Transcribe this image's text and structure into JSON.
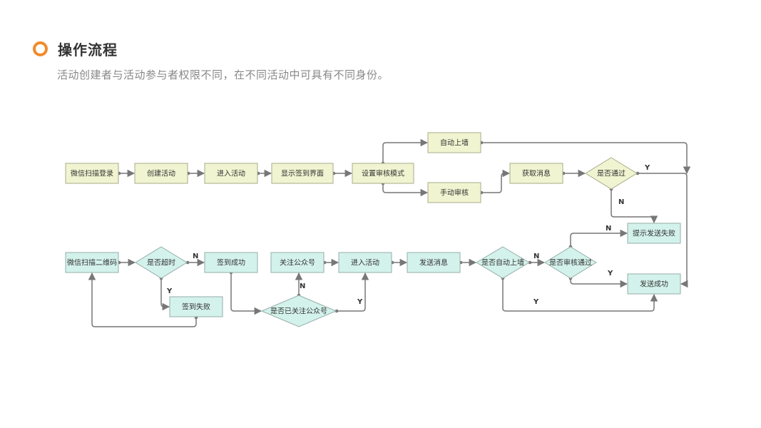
{
  "header": {
    "title": "操作流程",
    "subtitle": "活动创建者与活动参与者权限不同，在不同活动中可具有不同身份。",
    "accent_color": "#f08a2c"
  },
  "colors": {
    "creator_fill": "#f1f4d0",
    "creator_stroke": "#a8ab8a",
    "participant_fill": "#d4f2ec",
    "participant_stroke": "#94aea8",
    "line": "#777777"
  },
  "flowchart": {
    "nodes": [
      {
        "id": "n1",
        "label": "微信扫描登录",
        "shape": "rect",
        "group": "creator"
      },
      {
        "id": "n2",
        "label": "创建活动",
        "shape": "rect",
        "group": "creator"
      },
      {
        "id": "n3",
        "label": "进入活动",
        "shape": "rect",
        "group": "creator"
      },
      {
        "id": "n4",
        "label": "显示签到界面",
        "shape": "rect",
        "group": "creator"
      },
      {
        "id": "n5",
        "label": "设置审核模式",
        "shape": "rect",
        "group": "creator"
      },
      {
        "id": "n6",
        "label": "自动上墙",
        "shape": "rect",
        "group": "creator"
      },
      {
        "id": "n7",
        "label": "手动审核",
        "shape": "rect",
        "group": "creator"
      },
      {
        "id": "n8",
        "label": "获取消息",
        "shape": "rect",
        "group": "creator"
      },
      {
        "id": "n9",
        "label": "是否通过",
        "shape": "diamond",
        "group": "creator"
      },
      {
        "id": "p1",
        "label": "微信扫描二维码",
        "shape": "rect",
        "group": "participant"
      },
      {
        "id": "p2",
        "label": "是否超时",
        "shape": "diamond",
        "group": "participant"
      },
      {
        "id": "p3",
        "label": "签到成功",
        "shape": "rect",
        "group": "participant"
      },
      {
        "id": "p4",
        "label": "签到失败",
        "shape": "rect",
        "group": "participant"
      },
      {
        "id": "p5",
        "label": "是否已关注公众号",
        "shape": "diamond",
        "group": "participant"
      },
      {
        "id": "p6",
        "label": "关注公众号",
        "shape": "rect",
        "group": "participant"
      },
      {
        "id": "p7",
        "label": "进入活动",
        "shape": "rect",
        "group": "participant"
      },
      {
        "id": "p8",
        "label": "发送消息",
        "shape": "rect",
        "group": "participant"
      },
      {
        "id": "p9",
        "label": "是否自动上墙",
        "shape": "diamond",
        "group": "participant"
      },
      {
        "id": "p10",
        "label": "是否审核通过",
        "shape": "diamond",
        "group": "participant"
      },
      {
        "id": "p11",
        "label": "提示发送失败",
        "shape": "rect",
        "group": "participant"
      },
      {
        "id": "p12",
        "label": "发送成功",
        "shape": "rect",
        "group": "participant"
      }
    ],
    "edges": [
      {
        "from": "n1",
        "to": "n2",
        "label": ""
      },
      {
        "from": "n2",
        "to": "n3",
        "label": ""
      },
      {
        "from": "n3",
        "to": "n4",
        "label": ""
      },
      {
        "from": "n4",
        "to": "n5",
        "label": ""
      },
      {
        "from": "n5",
        "to": "n6",
        "label": ""
      },
      {
        "from": "n5",
        "to": "n7",
        "label": ""
      },
      {
        "from": "n7",
        "to": "n8",
        "label": ""
      },
      {
        "from": "n8",
        "to": "n9",
        "label": ""
      },
      {
        "from": "n9",
        "to": "p12",
        "label": "Y"
      },
      {
        "from": "n9",
        "to": "p11",
        "label": "N"
      },
      {
        "from": "n6",
        "to": "p12",
        "label": ""
      },
      {
        "from": "p1",
        "to": "p2",
        "label": ""
      },
      {
        "from": "p2",
        "to": "p3",
        "label": "N"
      },
      {
        "from": "p2",
        "to": "p4",
        "label": "Y"
      },
      {
        "from": "p4",
        "to": "p1",
        "label": ""
      },
      {
        "from": "p3",
        "to": "p5",
        "label": ""
      },
      {
        "from": "p5",
        "to": "p6",
        "label": "N"
      },
      {
        "from": "p5",
        "to": "p7",
        "label": "Y"
      },
      {
        "from": "p6",
        "to": "p7",
        "label": ""
      },
      {
        "from": "p7",
        "to": "p8",
        "label": ""
      },
      {
        "from": "p8",
        "to": "p9",
        "label": ""
      },
      {
        "from": "p9",
        "to": "p10",
        "label": "N"
      },
      {
        "from": "p9",
        "to": "p12",
        "label": "Y"
      },
      {
        "from": "p10",
        "to": "p11",
        "label": "N"
      },
      {
        "from": "p10",
        "to": "p12",
        "label": "Y"
      }
    ]
  }
}
